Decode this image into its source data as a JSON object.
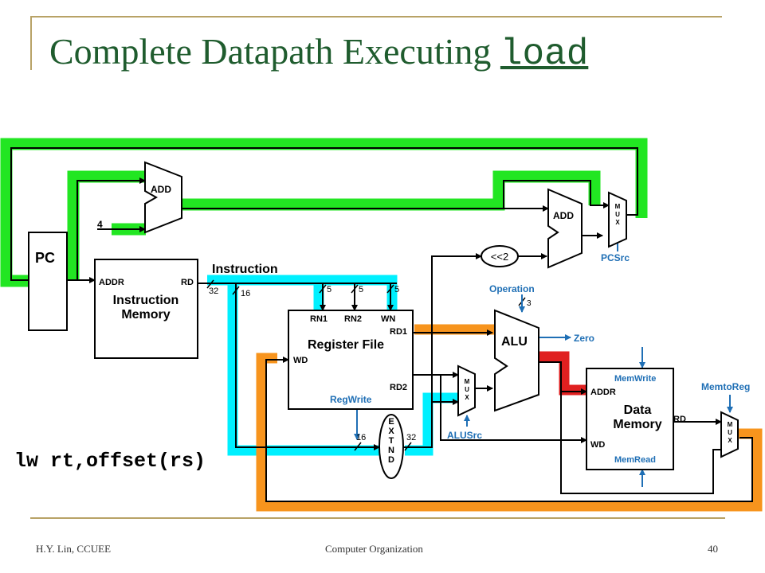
{
  "title": {
    "text": "Complete Datapath Executing ",
    "mono": "load"
  },
  "footer": {
    "left": "H.Y. Lin, CCUEE",
    "center": "Computer Organization",
    "right": "40"
  },
  "instruction_text": "lw rt,offset(rs)",
  "colors": {
    "green": "#22e622",
    "cyan": "#00f0ff",
    "orange": "#f7941d",
    "red": "#e02020",
    "blue_label": "#1f6fb5",
    "title": "#1f5c2e"
  },
  "labels": {
    "pc": "PC",
    "add1": "ADD",
    "add2": "ADD",
    "const4": "4",
    "imem_addr": "ADDR",
    "imem_rd": "RD",
    "imem_name1": "Instruction",
    "imem_name2": "Memory",
    "instruction_bus": "Instruction",
    "bus32": "32",
    "bus16a": "16",
    "rn1": "RN1",
    "rn2": "RN2",
    "wn": "WN",
    "five1": "5",
    "five2": "5",
    "five3": "5",
    "rd1": "RD1",
    "rd2": "RD2",
    "rf_wd": "WD",
    "rf_name": "Register File",
    "regwrite": "RegWrite",
    "shift": "<<2",
    "operation": "Operation",
    "op_bits": "3",
    "alu": "ALU",
    "zero": "Zero",
    "alusrc": "ALUSrc",
    "pcsrc": "PCSrc",
    "mux": "M U X",
    "extend": "E X T N D",
    "ext16": "16",
    "ext32": "32",
    "memwrite": "MemWrite",
    "memread": "MemRead",
    "dmem_addr": "ADDR",
    "dmem_wd": "WD",
    "dmem_rd": "RD",
    "dmem_name1": "Data",
    "dmem_name2": "Memory",
    "memtoreg": "MemtoReg"
  }
}
